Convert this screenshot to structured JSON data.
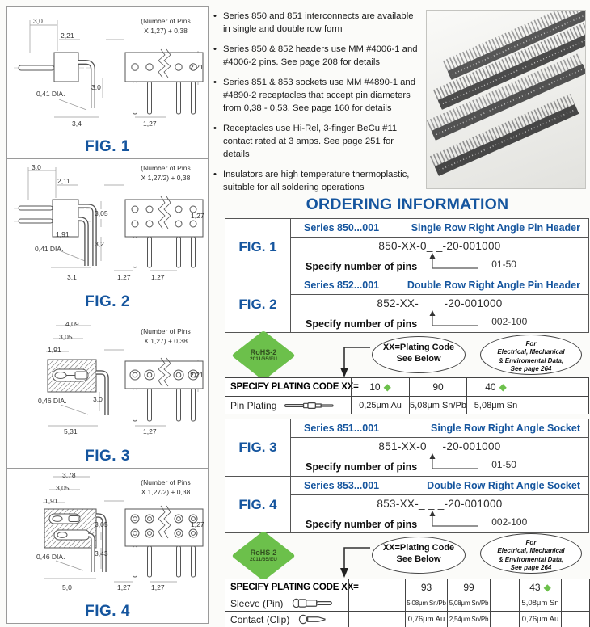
{
  "colors": {
    "blue": "#15559E",
    "green": "#6CC04B"
  },
  "figures": [
    {
      "label": "FIG. 1",
      "dims": [
        "3,0",
        "2,21",
        "(Number of Pins",
        "X 1,27) + 0,38",
        "2,21",
        "0,41  DIA.",
        "3,0",
        "3,4",
        "1,27"
      ]
    },
    {
      "label": "FIG. 2",
      "dims": [
        "3,0",
        "2,11",
        "(Number of Pins",
        "X 1,27/2) + 0,38",
        "3,05",
        "1,27",
        "1,91",
        "3,2",
        "0,41  DIA.",
        "3,1",
        "1,27",
        "1,27"
      ]
    },
    {
      "label": "FIG. 3",
      "dims": [
        "4,09",
        "3,05",
        "1,91",
        "(Number of Pins",
        "X 1,27) + 0,38",
        "2,21",
        "0,46  DIA.",
        "3,0",
        "5,31",
        "1,27"
      ]
    },
    {
      "label": "FIG. 4",
      "dims": [
        "3,78",
        "3,05",
        "1,91",
        "(Number of Pins",
        "X 1,27/2) + 0,38",
        "3,05",
        "1,27",
        "0,46  DIA.",
        "3,43",
        "5,0",
        "1,27",
        "1,27"
      ]
    }
  ],
  "bullets": [
    "Series 850 and 851 interconnects are available in single and double row form",
    "Series 850 & 852 headers use MM #4006-1 and #4006-2 pins. See page 208 for details",
    "Series 851 & 853 sockets use MM #4890-1 and #4890-2 receptacles that accept pin diameters from 0,38 - 0,53. See page 160 for details",
    "Receptacles use Hi-Rel, 3-finger BeCu #11 contact rated at 3 amps. See page 251 for details",
    "Insulators are high temperature thermoplastic, suitable for all soldering operations"
  ],
  "ordering": {
    "title": "ORDERING INFORMATION",
    "sections": [
      {
        "fig": "FIG. 1",
        "series": "Series 850...001",
        "type": "Single Row Right Angle Pin Header",
        "part": "850-XX-0_ _-20-001000",
        "specify": "Specify number of pins",
        "range": "01-50"
      },
      {
        "fig": "FIG. 2",
        "series": "Series 852...001",
        "type": "Double Row Right Angle Pin Header",
        "part": "852-XX-_ _ _-20-001000",
        "specify": "Specify number of pins",
        "range": "002-100"
      },
      {
        "fig": "FIG. 3",
        "series": "Series 851...001",
        "type": "Single Row Right Angle Socket",
        "part": "851-XX-0_ _-20-001000",
        "specify": "Specify number of pins",
        "range": "01-50"
      },
      {
        "fig": "FIG. 4",
        "series": "Series 853...001",
        "type": "Double Row Right Angle Socket",
        "part": "853-XX-_ _ _-20-001000",
        "specify": "Specify number of pins",
        "range": "002-100"
      }
    ]
  },
  "notes": {
    "rohs_line1": "RoHS-2",
    "rohs_line2": "2011/65/EU",
    "plating_oval_line1": "XX=Plating Code",
    "plating_oval_line2": "See Below",
    "data_oval_line1": "For",
    "data_oval_line2": "Electrical, Mechanical",
    "data_oval_line3": "& Enviromental Data,",
    "data_oval_line4": "See page 264"
  },
  "plating1": {
    "header": "SPECIFY PLATING CODE XX=",
    "codes": [
      "10",
      "90",
      "40",
      ""
    ],
    "row_label": "Pin Plating",
    "values": [
      "0,25μm Au",
      "5,08μm Sn/Pb",
      "5,08μm Sn",
      ""
    ]
  },
  "plating2": {
    "header": "SPECIFY PLATING CODE XX=",
    "codes": [
      "",
      "",
      "93",
      "99",
      "",
      "43",
      ""
    ],
    "sleeve_label": "Sleeve (Pin)",
    "sleeve_values": [
      "",
      "",
      "5,08μm Sn/Pb",
      "5,08μm Sn/Pb",
      "",
      "5,08μm Sn",
      ""
    ],
    "contact_label": "Contact (Clip)",
    "contact_values": [
      "",
      "",
      "0,76μm Au",
      "2,54μm Sn/Pb",
      "",
      "0,76μm Au",
      ""
    ]
  }
}
